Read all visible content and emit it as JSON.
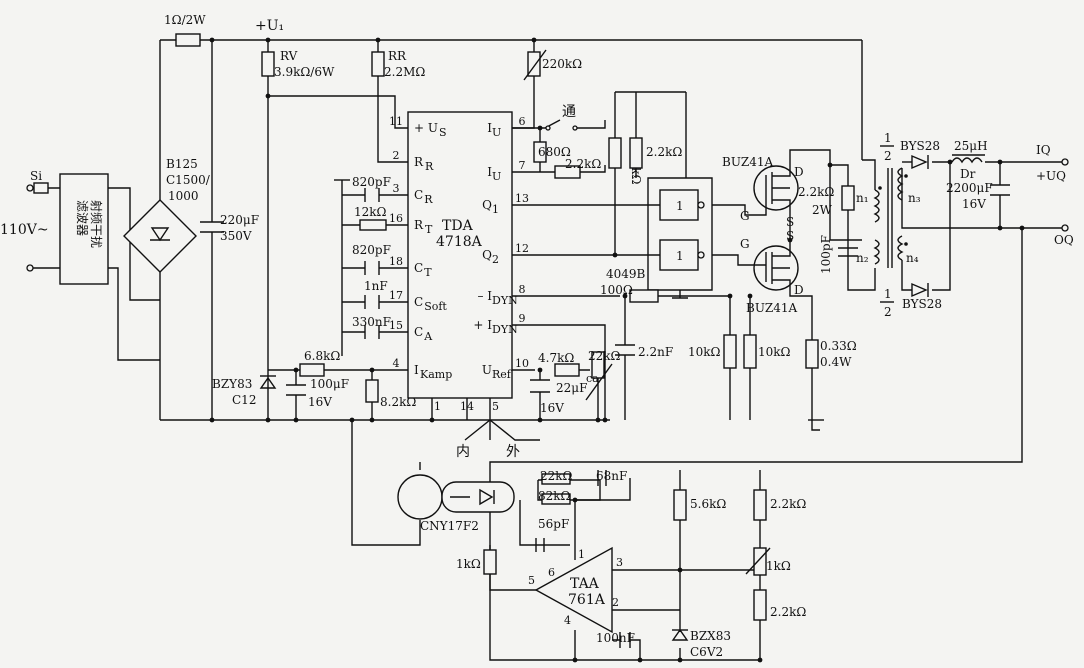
{
  "input": {
    "fuse": "Si",
    "voltage": "110V~",
    "filter": "射频干扰\n滤波器"
  },
  "supply": {
    "resistor": "1Ω/2W",
    "node": "+U₁",
    "bridge_name": "B125",
    "bridge_rating": "C1500/",
    "bridge_rating2": "1000",
    "bulk_cap_value": "220μF",
    "bulk_cap_voltage": "350V",
    "zener_name": "BZY83",
    "zener_code": "C12"
  },
  "bias": {
    "rv_name": "RV",
    "rv_value": "3.9kΩ/6W",
    "rr_name": "RR",
    "rr_value": "2.2MΩ",
    "r_220k": "220kΩ",
    "r_6k8": "6.8kΩ",
    "c_100u": "100μF",
    "c_100u_v": "16V",
    "r_8k2": "8.2kΩ"
  },
  "ic": {
    "name": "TDA",
    "part": "4718A",
    "left_pins": [
      {
        "num": "11",
        "label": "+ U",
        "sub": "S"
      },
      {
        "num": "2",
        "label": "R",
        "sub": "R"
      },
      {
        "num": "3",
        "label": "C",
        "sub": "R"
      },
      {
        "num": "16",
        "label": "R",
        "sub": "T"
      },
      {
        "num": "18",
        "label": "C",
        "sub": "T"
      },
      {
        "num": "17",
        "label": "C",
        "sub": "Soft"
      },
      {
        "num": "15",
        "label": "C",
        "sub": "A"
      },
      {
        "num": "4",
        "label": "I",
        "sub": "Kamp"
      }
    ],
    "right_pins": [
      {
        "num": "6",
        "label": "I",
        "sub": "U"
      },
      {
        "num": "7",
        "label": "I",
        "sub": "U"
      },
      {
        "num": "13",
        "label": "Q",
        "sub": "1"
      },
      {
        "num": "12",
        "label": "Q",
        "sub": "2"
      },
      {
        "num": "8",
        "label": "– I",
        "sub": "DYN"
      },
      {
        "num": "9",
        "label": "+ I",
        "sub": "DYN"
      },
      {
        "num": "10",
        "label": "U",
        "sub": "Ref"
      }
    ],
    "bottom_pins": [
      "1",
      "14",
      "5"
    ],
    "caps": [
      "820pF",
      "12kΩ",
      "820pF",
      "1nF",
      "330nF"
    ]
  },
  "sense": {
    "switch_label": "通",
    "r_680": "680Ω",
    "r_2k2_a": "2.2kΩ",
    "r_2k2_b": "2.2kΩ",
    "r_22k": "22kΩ",
    "r_4k7": "4.7kΩ",
    "r_22k_b": "22kΩ",
    "c_22u": "22μF",
    "c_22u_v": "16V",
    "pot_mark": "ca",
    "mode_in": "内",
    "mode_out": "外"
  },
  "driver": {
    "buffer_name": "4049B",
    "buffer_gate": "1",
    "r_100": "100Ω",
    "c_2n2": "2.2nF",
    "r_10k_a": "10kΩ",
    "r_10k_b": "10kΩ"
  },
  "power": {
    "mosfet_top": "BUZ41A",
    "mosfet_bottom": "BUZ41A",
    "pin_d": "D",
    "pin_g": "G",
    "pin_s": "S",
    "snubber_r": "2.2kΩ",
    "snubber_w": "2W",
    "snubber_c": "100pF",
    "shunt_r": "0.33Ω",
    "shunt_w": "0.4W"
  },
  "output": {
    "diode_fraction_num": "1",
    "diode_fraction_den": "2",
    "diode_name": "BYS28",
    "inductor": "25μH",
    "choke_label": "Dr",
    "out_cap": "2200μF",
    "out_cap_v": "16V",
    "current_label": "IQ",
    "pos_label": "+UQ",
    "neg_label": "OQ",
    "windings": [
      "n₁",
      "n₂",
      "n₃",
      "n₄"
    ]
  },
  "feedback": {
    "optocoupler": "CNY17F2",
    "r_1k_left": "1kΩ",
    "r_22k": "22kΩ",
    "r_82k": "82kΩ",
    "c_68n": "68nF",
    "c_56p": "56pF",
    "opamp_name": "TAA",
    "opamp_part": "761A",
    "opamp_pins": [
      "1",
      "6",
      "5",
      "3",
      "2",
      "4"
    ],
    "c_100n": "100nF",
    "zener_name": "BZX83",
    "zener_code": "C6V2",
    "r_5k6": "5.6kΩ",
    "r_2k2_top": "2.2kΩ",
    "pot_1k": "1kΩ",
    "r_2k2_bottom": "2.2kΩ"
  }
}
